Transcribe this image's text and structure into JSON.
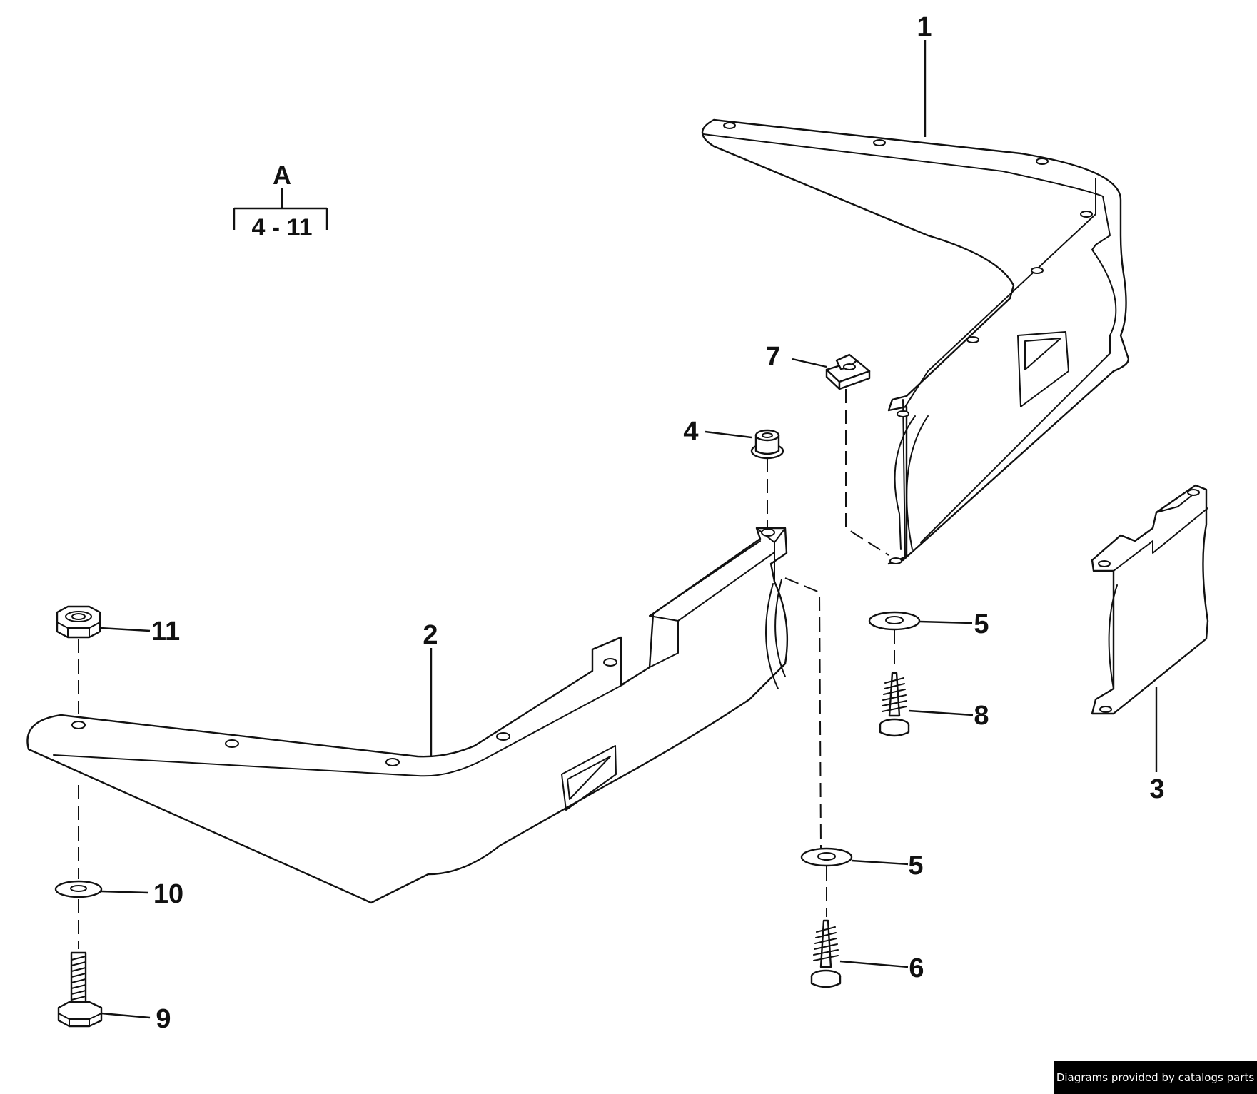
{
  "diagram": {
    "group": {
      "letter": "A",
      "range": "4 - 11"
    },
    "callouts": {
      "c1": "1",
      "c2": "2",
      "c3": "3",
      "c4": "4",
      "c5a": "5",
      "c5b": "5",
      "c6": "6",
      "c7": "7",
      "c8": "8",
      "c9": "9",
      "c10": "10",
      "c11": "11"
    }
  },
  "footer": {
    "credit": "Diagrams provided by catalogs parts"
  }
}
